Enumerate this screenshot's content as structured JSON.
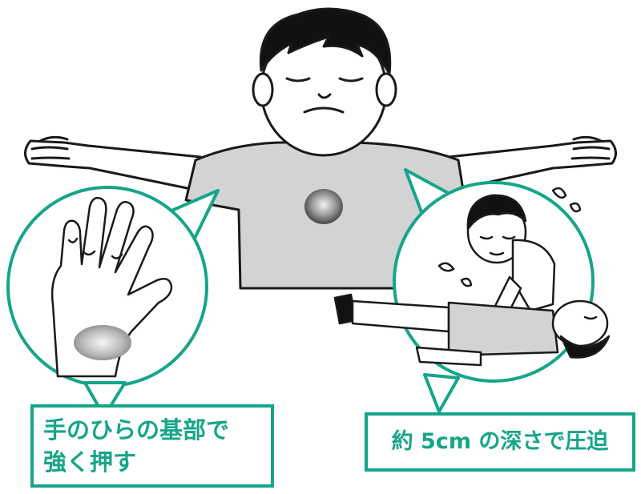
{
  "labels": {
    "palm_instruction": [
      "手のひらの基部で",
      "強く押す"
    ],
    "depth_instruction": "約 5cm の深さで圧迫"
  },
  "colors": {
    "accent": "#16a589",
    "shirt": "#d3d3d3",
    "line": "#1a1a1a",
    "hair": "#111111"
  }
}
